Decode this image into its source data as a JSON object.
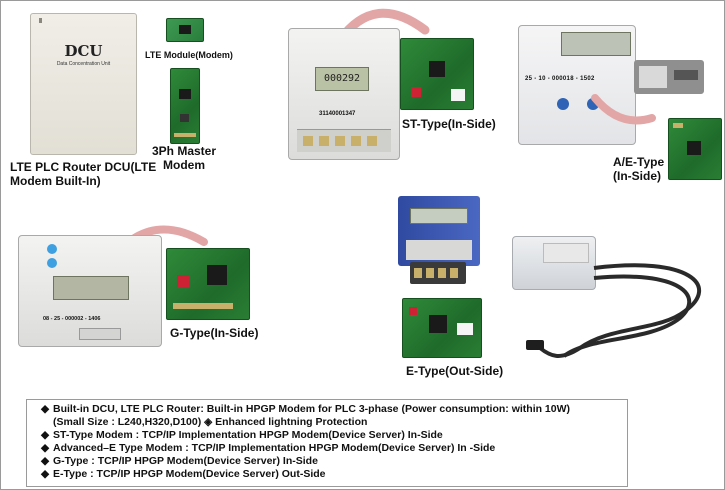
{
  "labels": {
    "dcu_box_title": "DCU",
    "dcu_box_subtitle": "Data Concentration Unit",
    "lte_module": "LTE Module(Modem)",
    "master_modem_line1": "3Ph Master",
    "master_modem_line2": "Modem",
    "dcu_caption_line1": "LTE PLC Router DCU(LTE",
    "dcu_caption_line2": "Modem Built-In)",
    "st_type": "ST-Type(In-Side)",
    "ae_type_line1": "A/E-Type",
    "ae_type_line2": "(In-Side)",
    "g_type": "G-Type(In-Side)",
    "e_type": "E-Type(Out-Side)"
  },
  "meter_st": {
    "lcd_value": "000292",
    "serial": "31140001347"
  },
  "meter_ae": {
    "lcd_text": "25 - 10 - 000018 - 1502"
  },
  "meter_g": {
    "lcd_text": "08 - 25 - 000002 - 1406"
  },
  "bullets": {
    "marker": "◆",
    "lines": [
      "Built-in DCU, LTE PLC Router: Built-in HPGP Modem for PLC 3-phase (Power consumption: within 10W)",
      "(Small Size : L240,H320,D100) ◈ Enhanced lightning Protection",
      "ST-Type Modem : TCP/IP Implementation HPGP Modem(Device Server) In-Side",
      "Advanced–E Type Modem : TCP/IP Implementation HPGP Modem(Device Server) In -Side",
      "G-Type : TCP/IP HPGP Modem(Device Server) In-Side",
      "E-Type : TCP/IP HPGP Modem(Device Server) Out-Side"
    ]
  },
  "colors": {
    "pcb_green": "#2a7d34",
    "arrow_pink": "#e3a6a6",
    "border_gray": "#9a9a9a"
  }
}
